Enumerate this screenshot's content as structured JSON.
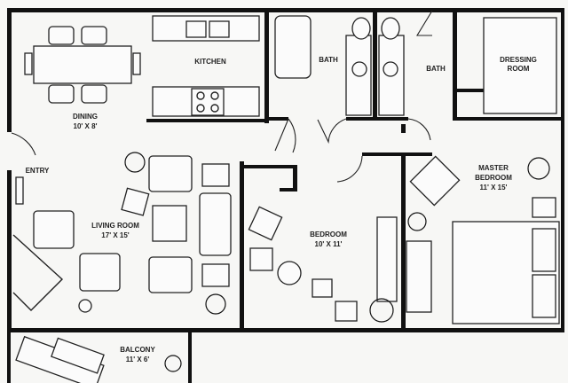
{
  "rooms": {
    "dining": {
      "name": "DINING",
      "size": "10' X 8'"
    },
    "kitchen": {
      "name": "KITCHEN"
    },
    "bath1": {
      "name": "BATH"
    },
    "bath2": {
      "name": "BATH"
    },
    "dressing": {
      "name_line1": "DRESSING",
      "name_line2": "ROOM"
    },
    "entry": {
      "name": "ENTRY"
    },
    "living": {
      "name": "LIVING ROOM",
      "size": "17' X 15'"
    },
    "bedroom": {
      "name": "BEDROOM",
      "size": "10' X 11'"
    },
    "master": {
      "name_line1": "MASTER",
      "name_line2": "BEDROOM",
      "size": "11' X 15'"
    },
    "balcony": {
      "name": "BALCONY",
      "size": "11' X 6'"
    }
  }
}
